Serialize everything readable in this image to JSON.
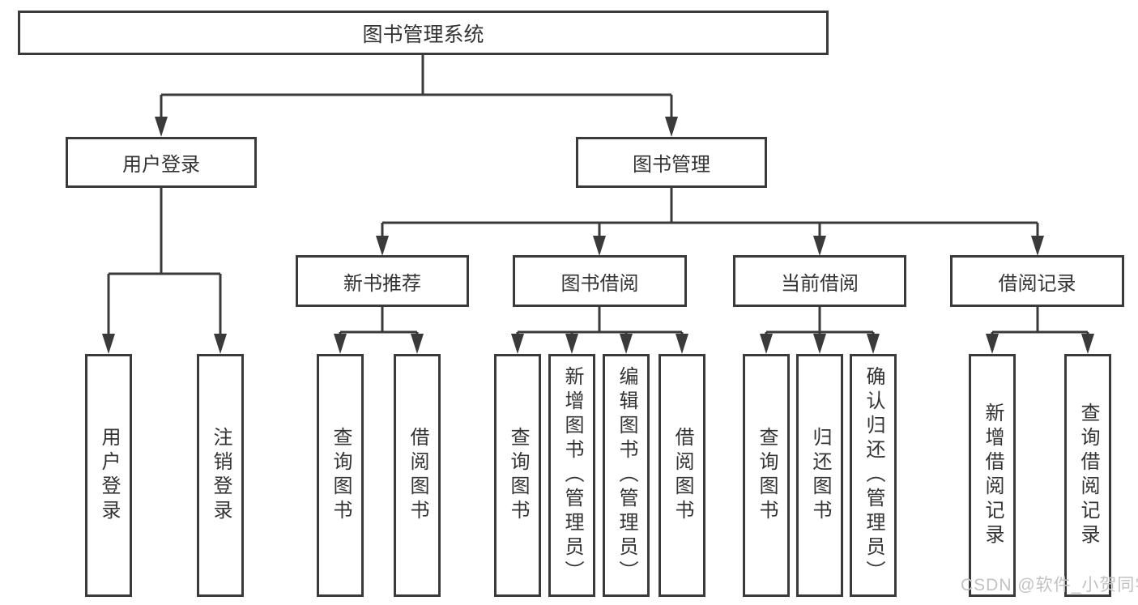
{
  "diagram": {
    "root": {
      "label": "图书管理系统"
    },
    "level2": [
      {
        "label": "用户登录"
      },
      {
        "label": "图书管理"
      }
    ],
    "level3": [
      {
        "label": "新书推荐",
        "parent": "图书管理"
      },
      {
        "label": "图书借阅",
        "parent": "图书管理"
      },
      {
        "label": "当前借阅",
        "parent": "图书管理"
      },
      {
        "label": "借阅记录",
        "parent": "图书管理"
      }
    ],
    "leaves": [
      {
        "label": "用户登录",
        "parent": "用户登录"
      },
      {
        "label": "注销登录",
        "parent": "用户登录"
      },
      {
        "label": "查询图书",
        "parent": "新书推荐"
      },
      {
        "label": "借阅图书",
        "parent": "新书推荐"
      },
      {
        "label": "查询图书",
        "parent": "图书借阅"
      },
      {
        "label": "新增图书（管理员）",
        "parent": "图书借阅"
      },
      {
        "label": "编辑图书（管理员）",
        "parent": "图书借阅"
      },
      {
        "label": "借阅图书",
        "parent": "图书借阅"
      },
      {
        "label": "查询图书",
        "parent": "当前借阅"
      },
      {
        "label": "归还图书",
        "parent": "当前借阅"
      },
      {
        "label": "确认归还（管理员）",
        "parent": "当前借阅"
      },
      {
        "label": "新增借阅记录",
        "parent": "借阅记录"
      },
      {
        "label": "查询借阅记录",
        "parent": "借阅记录"
      }
    ],
    "watermark": "CSDN @软件_小贺同学",
    "colors": {
      "line": "#3a3a3a",
      "text": "#333333",
      "box_background": "#ffffff",
      "watermark": "#c2c2c2",
      "page_background": "#ffffff"
    }
  }
}
